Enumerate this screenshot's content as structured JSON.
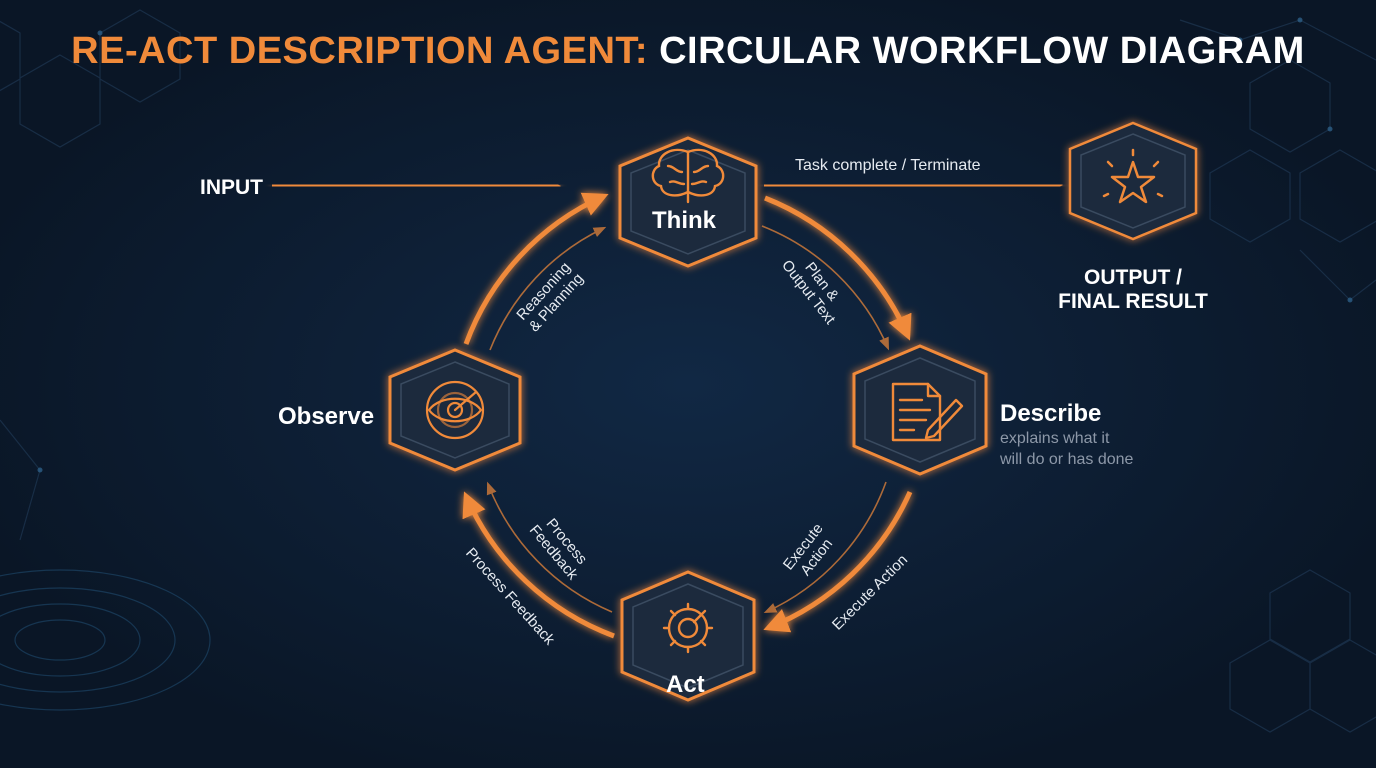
{
  "title": {
    "accent": "RE-ACT DESCRIPTION AGENT:",
    "rest": " CIRCULAR WORKFLOW DIAGRAM"
  },
  "colors": {
    "accent": "#f08a3a",
    "background": "#0a1626",
    "node_fill": "#1c2a3c",
    "text": "#ffffff",
    "muted_text": "#8d98a8"
  },
  "input_label": "INPUT",
  "nodes": {
    "think": {
      "label": "Think",
      "icon": "brain-icon"
    },
    "describe": {
      "label": "Describe",
      "icon": "document-pencil-icon",
      "note_line1": "explains what it",
      "note_line2": "will do or has done"
    },
    "act": {
      "label": "Act",
      "icon": "gear-wrench-icon"
    },
    "observe": {
      "label": "Observe",
      "icon": "eye-radar-icon"
    },
    "output": {
      "label_line1": "OUTPUT /",
      "label_line2": "FINAL RESULT",
      "icon": "star-icon"
    }
  },
  "edges": {
    "terminate": "Task complete / Terminate",
    "plan_line1": "Plan &",
    "plan_line2": "Output Text",
    "execute_inner_line1": "Execute",
    "execute_inner_line2": "Action",
    "execute_outer": "Execute Action",
    "feedback_inner_line1": "Process",
    "feedback_inner_line2": "Feedback",
    "feedback_outer": "Process Feedback",
    "reasoning_line1": "Reasoning",
    "reasoning_line2": "& Planning"
  }
}
